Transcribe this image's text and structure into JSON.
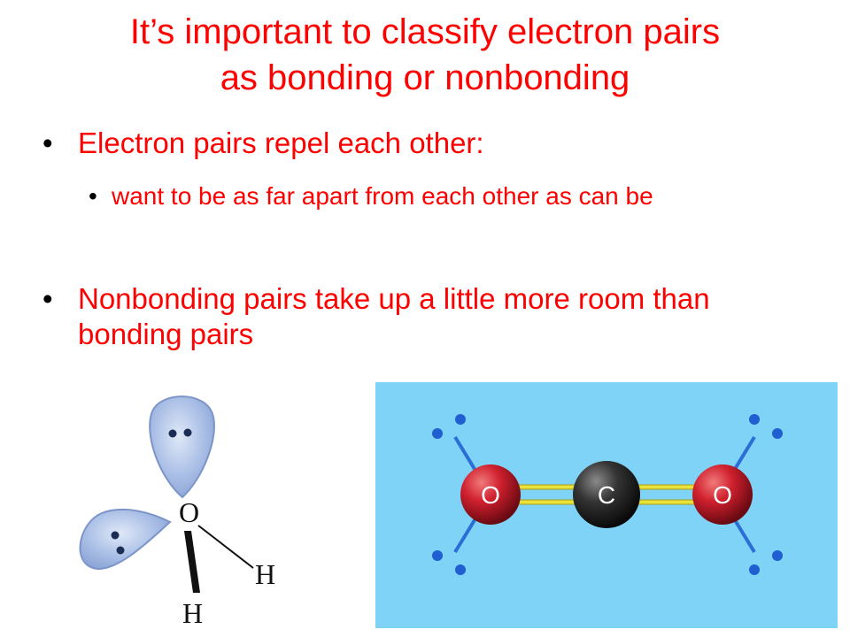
{
  "title_line1": "It’s important to classify electron pairs",
  "title_line2": "as bonding or nonbonding",
  "bullets": {
    "b1": "Electron pairs repel each other:",
    "b2": "want to be as far apart from each other as can be",
    "b3": "Nonbonding pairs take up a little more room than bonding pairs"
  },
  "water": {
    "o": "O",
    "h1": "H",
    "h2": "H"
  },
  "co2": {
    "o_left": "O",
    "c": "C",
    "o_right": "O"
  },
  "colors": {
    "text": "#ff0000",
    "panel": "#7fd3f7",
    "lone_pair": "#1f5fd1",
    "oxygen": "#c8102e",
    "carbon": "#2a2a2a",
    "bond": "#e9e23a"
  }
}
